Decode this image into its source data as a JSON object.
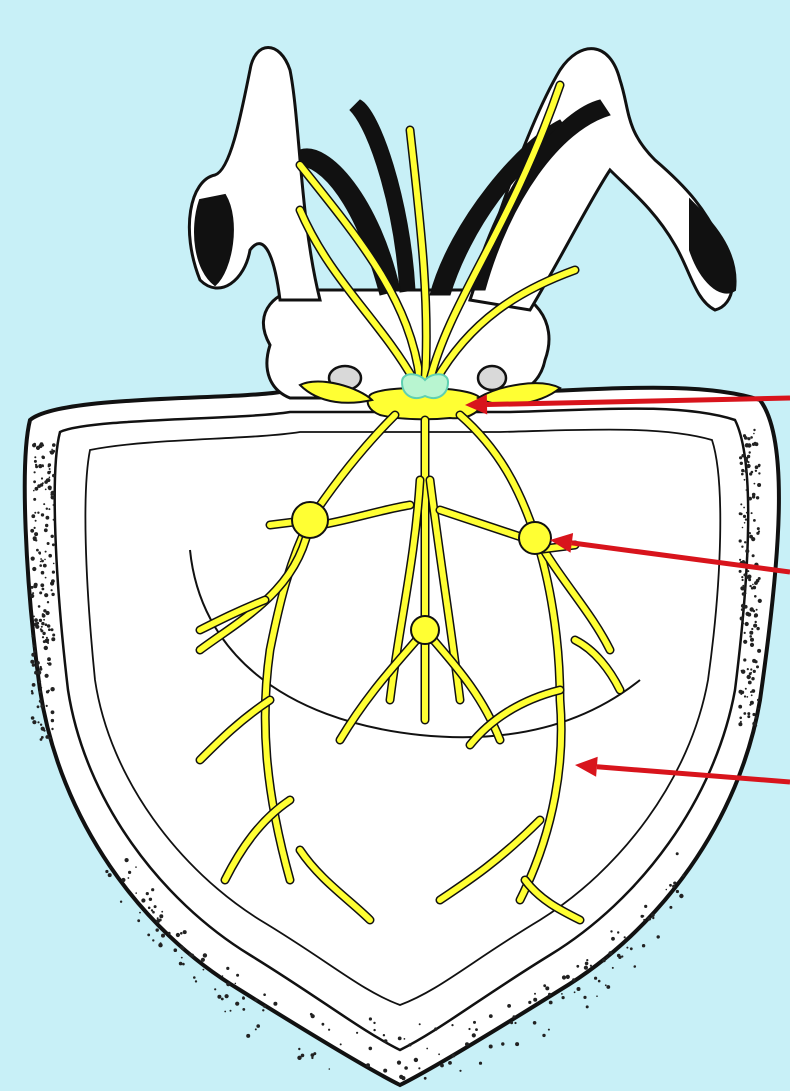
{
  "colors": {
    "background": "#c8f0f7",
    "body_fill": "#ffffff",
    "outline": "#111111",
    "stipple": "#222222",
    "nerve": "#ffff33",
    "brain_core": "#b8f5d0",
    "arrow": "#d8141c"
  },
  "pointers": [
    {
      "name": "arrow-to-brain",
      "label": ""
    },
    {
      "name": "arrow-to-stellate-ganglion",
      "label": ""
    },
    {
      "name": "arrow-to-giant-fibers",
      "label": ""
    }
  ]
}
